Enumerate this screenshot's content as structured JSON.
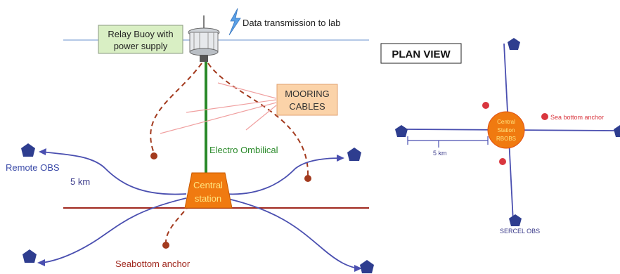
{
  "side_view": {
    "relay_buoy_label_line1": "Relay Buoy with",
    "relay_buoy_label_line2": "power supply",
    "data_transmission_label": "Data transmission to lab",
    "mooring_cables_line1": "MOORING",
    "mooring_cables_line2": "CABLES",
    "electro_umbilical_label": "Electro Ombilical",
    "remote_obs_label": "Remote OBS",
    "distance_label": "5 km",
    "central_station_line1": "Central",
    "central_station_line2": "station",
    "seabottom_anchor_label": "Seabottom anchor"
  },
  "plan_view": {
    "title": "PLAN VIEW",
    "central_line1": "Central",
    "central_line2": "Station",
    "central_line3": "RBOBS",
    "sea_bottom_anchor_label": "Sea bottom anchor",
    "distance_label": "5 km",
    "sercel_obs_label": "SERCEL OBS"
  },
  "colors": {
    "blue_cable": "#4a4fb0",
    "obs_marker": "#2e3d8f",
    "mooring_dash": "#a33a1e",
    "umbilical": "#2a8a2a",
    "seafloor": "#a0281e",
    "central_fill": "#f07a10",
    "central_text": "#ffe680",
    "relay_box": "#d9efc4",
    "mooring_box": "#fbd3a9",
    "anchor_red": "#d9363e"
  }
}
